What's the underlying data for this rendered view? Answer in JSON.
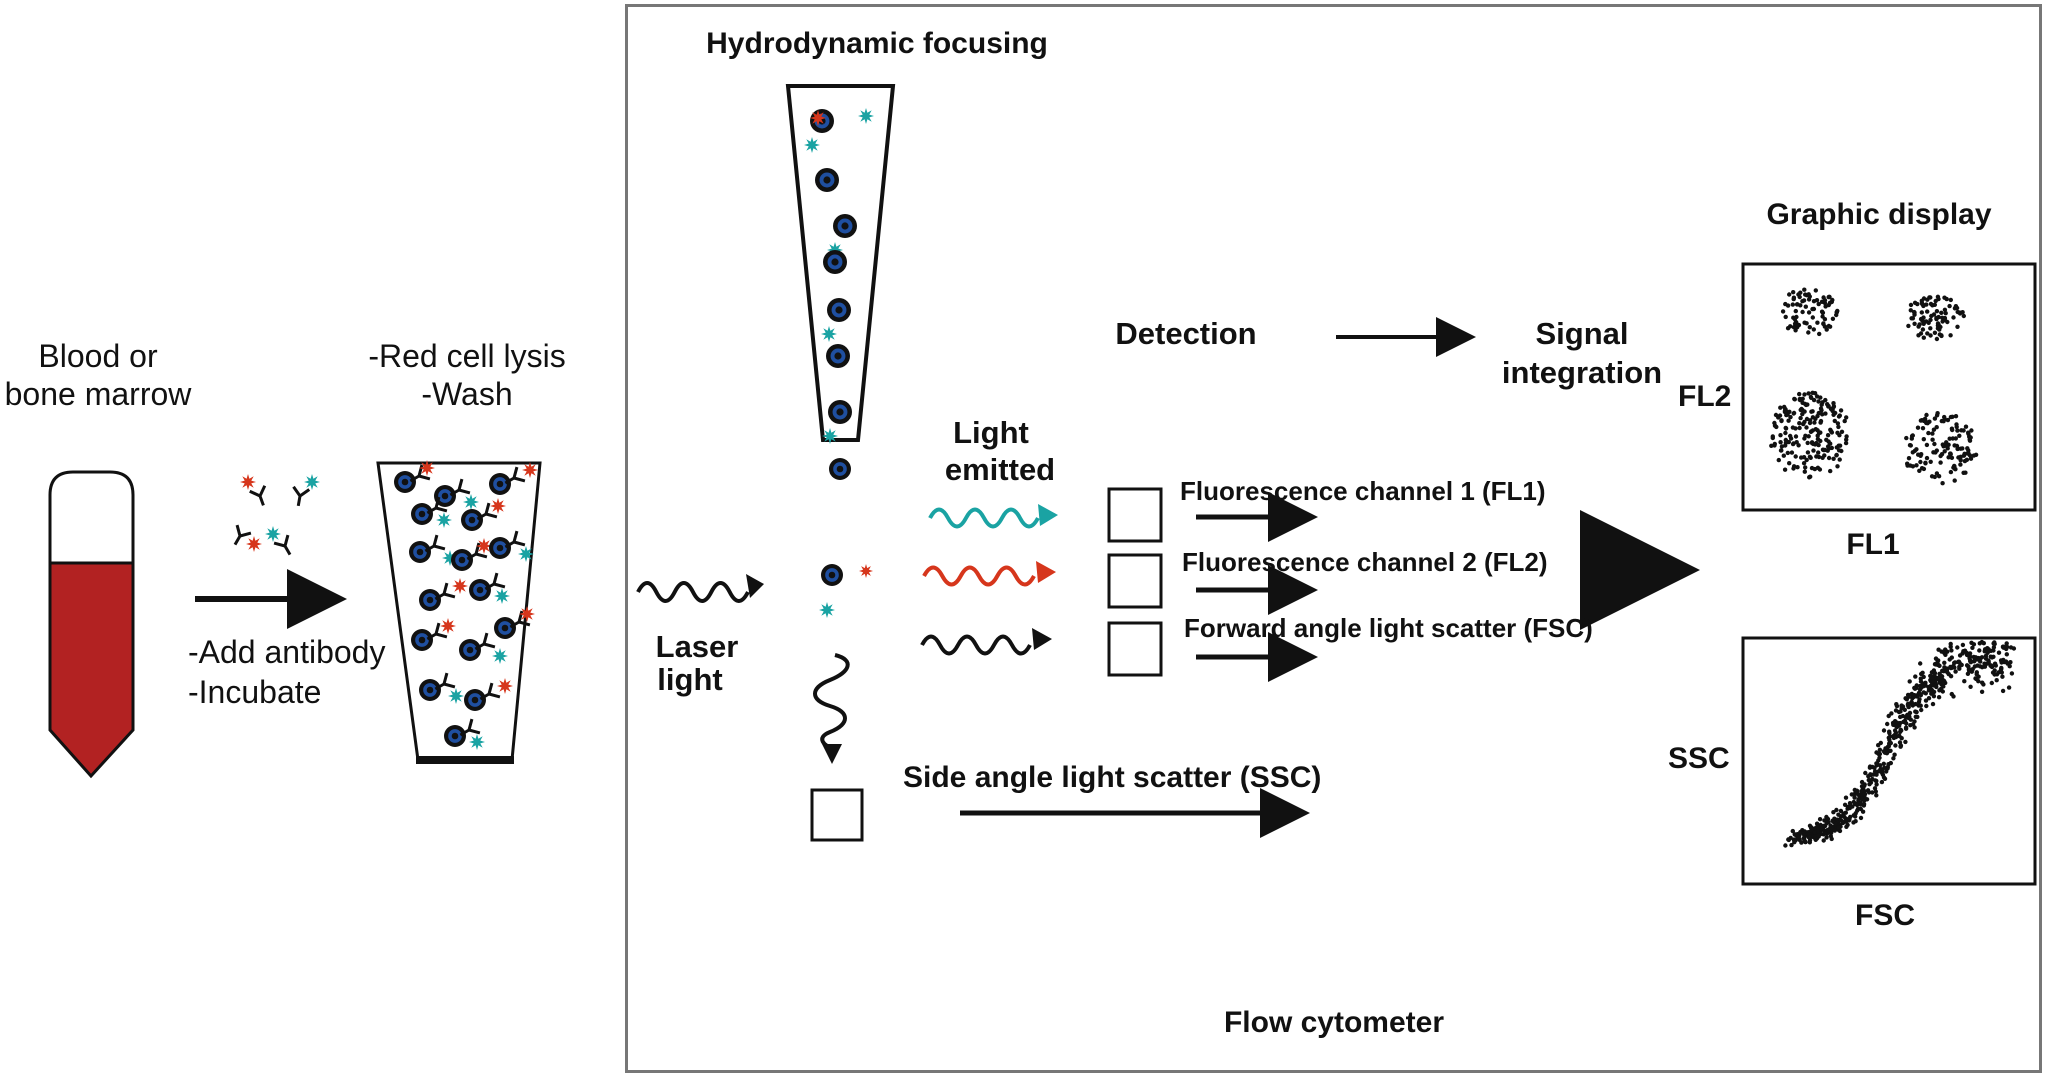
{
  "sample": {
    "line1": "Blood or",
    "line2": "bone marrow"
  },
  "step_antibody": {
    "line1": "-Add antibody",
    "line2": "-Incubate"
  },
  "step_lysis": {
    "line1": "-Red cell lysis",
    "line2": "-Wash"
  },
  "cytometer": {
    "hydrodynamic": "Hydrodynamic focusing",
    "laser_line1": "Laser",
    "laser_line2": "light",
    "light_emitted_line1": "Light",
    "light_emitted_line2": "emitted",
    "detection": "Detection",
    "signal_line1": "Signal",
    "signal_line2": "integration",
    "fl1_channel": "Fluorescence channel 1 (FL1)",
    "fl2_channel": "Fluorescence channel 2 (FL2)",
    "fsc_channel": "Forward angle light scatter (FSC)",
    "ssc_channel": "Side angle light scatter (SSC)",
    "title": "Flow cytometer"
  },
  "display": {
    "title": "Graphic display",
    "plot1_ylabel": "FL2",
    "plot1_xlabel": "FL1",
    "plot2_ylabel": "SSC",
    "plot2_xlabel": "FSC"
  },
  "colors": {
    "blood": "#b22222",
    "fluor_teal": "#1aa3a3",
    "fluor_red": "#d6361c",
    "cell_blue": "#1f4fa0",
    "outline": "#111111"
  }
}
